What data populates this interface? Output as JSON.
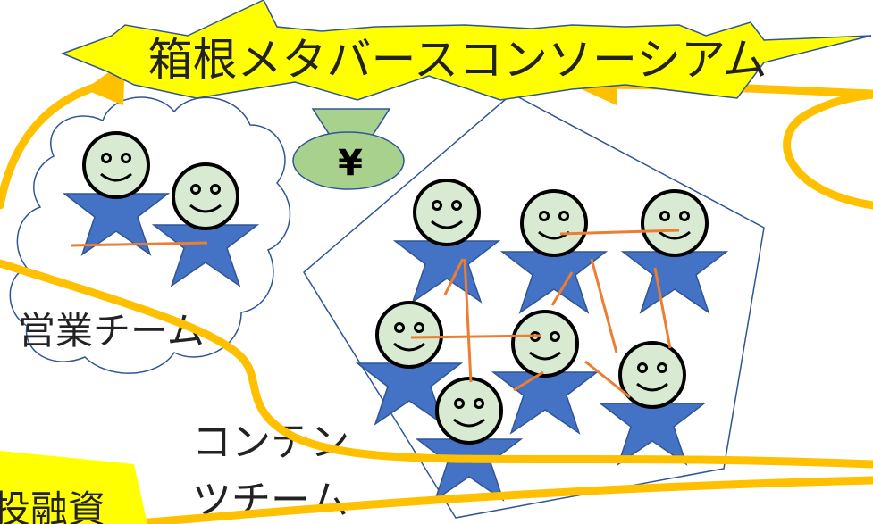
{
  "title": "箱根メタバースコンソーシアム",
  "currency_symbol": "¥",
  "sales_team_label": "営業チーム",
  "content_team_label_line1": "コンテン",
  "content_team_label_line2": "ツチーム",
  "left_edge_label": "投融資",
  "colors": {
    "banner_fill": "#ffff00",
    "arrow": "#ffc000",
    "person_body": "#4472c4",
    "person_face": "#d9ead3",
    "link": "#ed7d31",
    "coin_fill": "#a9d18e",
    "outline": "#2f5597"
  }
}
